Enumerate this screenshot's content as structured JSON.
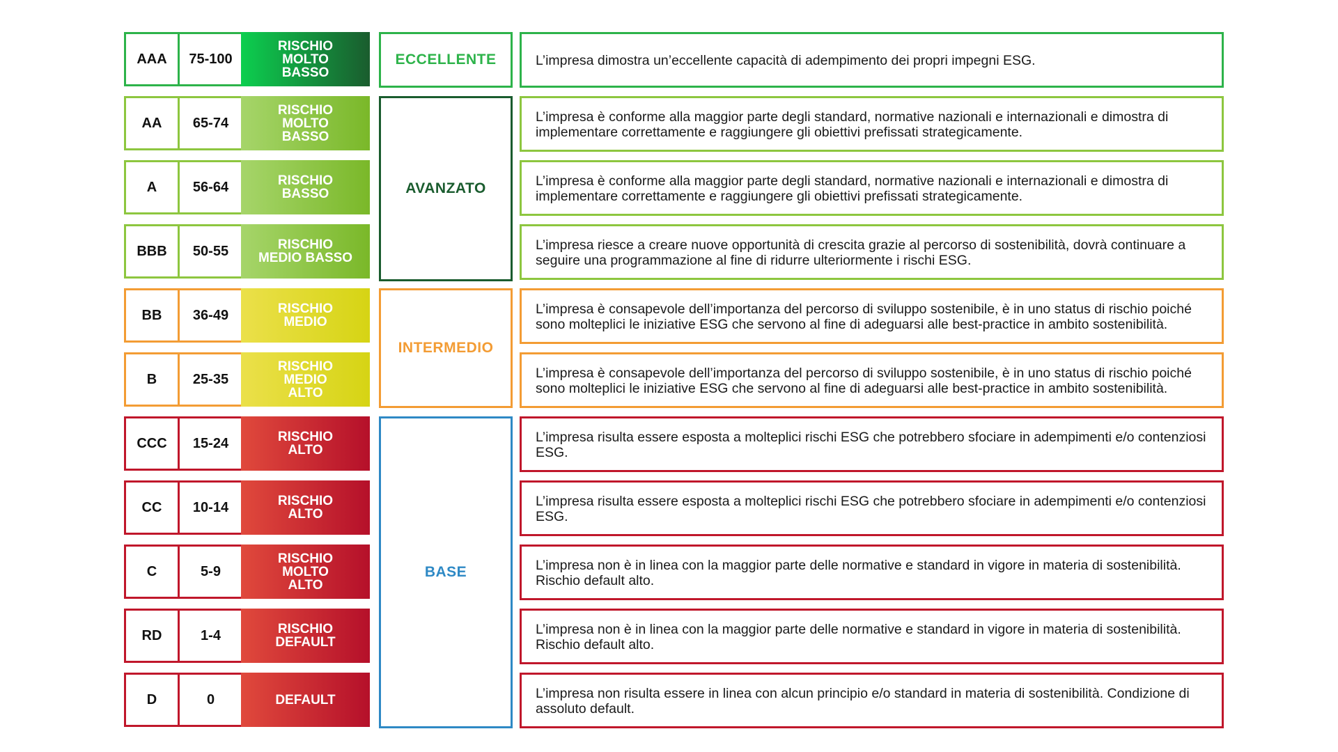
{
  "colors": {
    "dark_green": "#1a5c2e",
    "green": "#2db34a",
    "light_green": "#8dc63f",
    "orange": "#f39c34",
    "yellow": "#d6d414",
    "red": "#c0172b",
    "blue": "#2e89c5"
  },
  "ratings": [
    {
      "code": "AAA",
      "score": "75-100",
      "risk": "RISCHIO\nMOLTO\nBASSO"
    },
    {
      "code": "AA",
      "score": "65-74",
      "risk": "RISCHIO\nMOLTO\nBASSO"
    },
    {
      "code": "A",
      "score": "56-64",
      "risk": "RISCHIO\nBASSO"
    },
    {
      "code": "BBB",
      "score": "50-55",
      "risk": "RISCHIO\nMEDIO BASSO"
    },
    {
      "code": "BB",
      "score": "36-49",
      "risk": "RISCHIO\nMEDIO"
    },
    {
      "code": "B",
      "score": "25-35",
      "risk": "RISCHIO\nMEDIO\nALTO"
    },
    {
      "code": "CCC",
      "score": "15-24",
      "risk": "RISCHIO\nALTO"
    },
    {
      "code": "CC",
      "score": "10-14",
      "risk": "RISCHIO\nALTO"
    },
    {
      "code": "C",
      "score": "5-9",
      "risk": "RISCHIO\nMOLTO\nALTO"
    },
    {
      "code": "RD",
      "score": "1-4",
      "risk": "RISCHIO\nDEFAULT"
    },
    {
      "code": "D",
      "score": "0",
      "risk": "DEFAULT"
    }
  ],
  "levels": [
    {
      "label": "ECCELLENTE"
    },
    {
      "label": "AVANZATO"
    },
    {
      "label": "INTERMEDIO"
    },
    {
      "label": "BASE"
    }
  ],
  "descriptions": [
    "L’impresa dimostra un’eccellente capacità di adempimento dei propri impegni ESG.",
    "L’impresa è conforme alla maggior parte degli standard, normative nazionali e internazionali e dimostra di implementare correttamente e raggiungere gli obiettivi prefissati strategicamente.",
    "L’impresa è conforme alla maggior parte degli standard, normative nazionali e internazionali e dimostra di implementare correttamente e raggiungere gli obiettivi prefissati strategicamente.",
    "L’impresa riesce a creare nuove opportunità di crescita grazie al percorso di sostenibilità, dovrà continuare a seguire una programmazione al fine di ridurre ulteriormente i rischi ESG.",
    "L’impresa è consapevole dell’importanza del percorso di sviluppo sostenibile, è in uno status di rischio poiché sono molteplici le iniziative ESG che servono al fine di adeguarsi alle best-practice in ambito sostenibilità.",
    "L’impresa è consapevole dell’importanza del percorso di sviluppo sostenibile, è in uno status di rischio poiché sono molteplici le iniziative ESG che servono al fine di adeguarsi alle best-practice in ambito sostenibilità.",
    "L’impresa risulta essere esposta a molteplici rischi ESG che potrebbero sfociare in adempimenti e/o contenziosi ESG.",
    "L’impresa risulta essere esposta a molteplici rischi ESG che potrebbero sfociare in adempimenti e/o contenziosi ESG.",
    "L’impresa non è in linea con la maggior parte delle normative e standard in vigore in materia di sostenibilità. Rischio default alto.",
    "L’impresa non è in linea con la maggior parte delle normative e standard in vigore in materia di sostenibilità. Rischio default alto.",
    "L’impresa non risulta essere in linea con alcun principio e/o standard in materia di sostenibilità. Condizione di assoluto default."
  ]
}
